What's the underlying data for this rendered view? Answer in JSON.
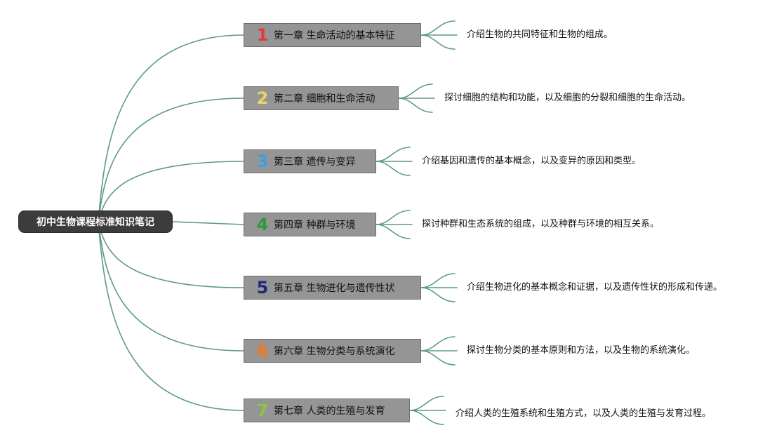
{
  "root": {
    "title": "初中生物课程标准知识笔记"
  },
  "colors": {
    "link": "#5c9a88",
    "root_fill": "#3c3c3c",
    "chapter_fill": "#959595"
  },
  "chapters": [
    {
      "num": "1",
      "num_color": "#e63a3a",
      "title": "第一章 生命活动的基本特征",
      "desc": "介绍生物的共同特征和生物的组成。"
    },
    {
      "num": "2",
      "num_color": "#e8d468",
      "title": "第二章 细胞和生命活动",
      "desc": "探讨细胞的结构和功能，以及细胞的分裂和细胞的生命活动。"
    },
    {
      "num": "3",
      "num_color": "#3aa0e0",
      "title": "第三章 遗传与变异",
      "desc": "介绍基因和遗传的基本概念，以及变异的原因和类型。"
    },
    {
      "num": "4",
      "num_color": "#2e9a3e",
      "title": "第四章 种群与环境",
      "desc": "探讨种群和生态系统的组成，以及种群与环境的相互关系。"
    },
    {
      "num": "5",
      "num_color": "#1f2a7a",
      "title": "第五章 生物进化与遗传性状",
      "desc": "介绍生物进化的基本概念和证据，以及遗传性状的形成和传递。"
    },
    {
      "num": "6",
      "num_color": "#f07820",
      "title": "第六章 生物分类与系统演化",
      "desc": "探讨生物分类的基本原则和方法，以及生物的系统演化。"
    },
    {
      "num": "7",
      "num_color": "#8cc63f",
      "title": "第七章 人类的生殖与发育",
      "desc": "介绍人类的生殖系统和生殖方式，以及人类的生殖与发育过程。"
    }
  ]
}
